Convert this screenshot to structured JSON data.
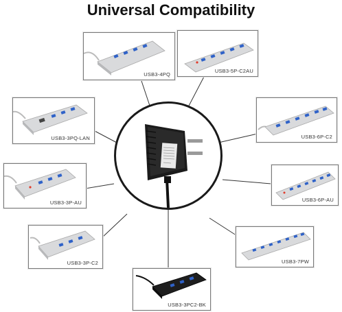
{
  "title": "Universal Compatibility",
  "products": {
    "p4pq": "USB3-4PQ",
    "p5pc2au": "USB3-5P-C2AU",
    "p3pqlan": "USB3-3PQ-LAN",
    "p6pc2": "USB3-6P-C2",
    "p3pau": "USB3-3P-AU",
    "p6pau": "USB3-6P-AU",
    "p3pc2": "USB3-3P-C2",
    "p7pw": "USB3-7PW",
    "p3pc2bk": "USB3-3PC2-BK"
  },
  "adapter_icons": [
    "wall-adapter-icon",
    "us-plug-icon",
    "power-cable-icon"
  ],
  "colors": {
    "hub_silver": "#d9dadc",
    "port_blue": "#2f62c8",
    "adapter_black": "#1b1b1b",
    "connector_line": "#333333"
  }
}
